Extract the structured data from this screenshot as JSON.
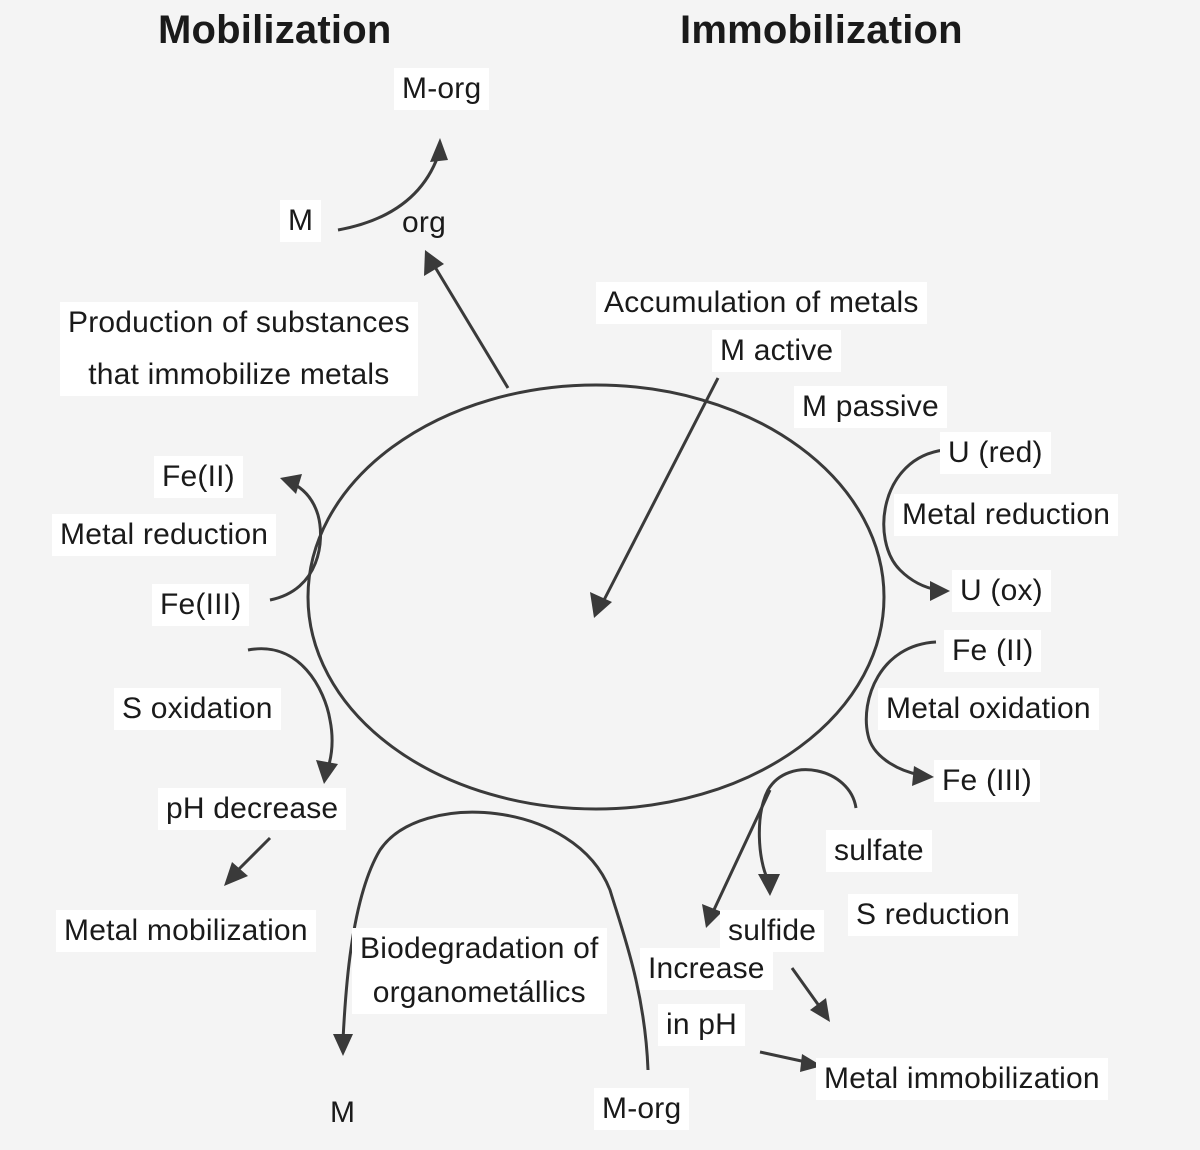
{
  "headings": {
    "left": "Mobilization",
    "right": "Immobilization"
  },
  "labels": {
    "m_org_top": "M-org",
    "m_top": "M",
    "org": "org",
    "production_line1": "Production of substances",
    "production_line2": "that immobilize metals",
    "accumulation": "Accumulation of metals",
    "m_active": "M active",
    "m_passive": "M passive",
    "u_red": "U (red)",
    "metal_reduction_right": "Metal reduction",
    "u_ox": "U (ox)",
    "fe_ii_right": "Fe (II)",
    "metal_oxidation": "Metal oxidation",
    "fe_iii_right": "Fe (III)",
    "sulfate": "sulfate",
    "s_reduction": "S reduction",
    "sulfide": "sulfide",
    "increase": "Increase",
    "in_ph": "in pH",
    "metal_immobilization": "Metal immobilization",
    "m_org_bottom": "M-org",
    "biodegradation_line1": "Biodegradation of",
    "biodegradation_line2": "organometállics",
    "m_bottom": "M",
    "metal_mobilization": "Metal mobilization",
    "ph_decrease": "pH decrease",
    "s_oxidation": "S oxidation",
    "fe_iii_left": "Fe(III)",
    "metal_reduction_left": "Metal reduction",
    "fe_ii_left": "Fe(II)"
  }
}
